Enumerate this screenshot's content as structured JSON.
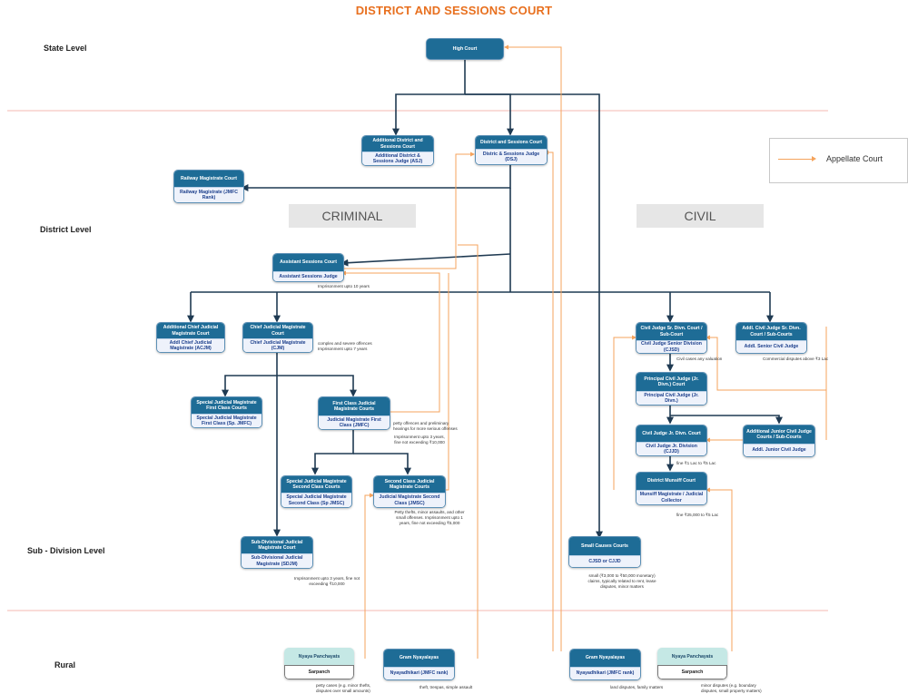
{
  "title": "DISTRICT AND SESSIONS COURT",
  "levels": {
    "state": "State Level",
    "district": "District Level",
    "subdivision": "Sub - Division Level",
    "rural": "Rural"
  },
  "sections": {
    "criminal": "CRIMINAL",
    "civil": "CIVIL"
  },
  "legend": {
    "label": "Appellate Court"
  },
  "courts": {
    "high_court": {
      "head": "High Court"
    },
    "addl_district": {
      "head": "Additional District and Sessions Court",
      "body": "Additional District & Sessions Judge (ASJ)"
    },
    "district_sessions": {
      "head": "District and Sessions Court",
      "body": "Distric & Sessions Judge (DSJ)"
    },
    "railway": {
      "head": "Railway Magistrate Court",
      "body": "Railway Magistrate (JMFC Rank)"
    },
    "assistant_sessions": {
      "head": "Assistant Sessions Court",
      "body": "Assistant Sessions Judge"
    },
    "addl_cjm": {
      "head": "Additional Chief Judicial Magistrate Court",
      "body": "Addl Chief Judicial Magistrate (ACJM)"
    },
    "cjm": {
      "head": "Chief Judicial Magistrate Court",
      "body": "Chief Judicial Magistrate (CJM)"
    },
    "special_jmfc": {
      "head": "Special Judicial Magistrate First Class Courts",
      "body": "Special Judicial Magistrate First Class (Sp. JMFC)"
    },
    "first_class": {
      "head": "First Class Judicial Magistrate Courts",
      "body": "Judicial Magistrate First Class (JMFC)"
    },
    "special_second": {
      "head": "Special Judicial Magistrate Second Class Courts",
      "body": "Special Judicial Magistrate Second Class (Sp JMSC)"
    },
    "second_class": {
      "head": "Second Class Judicial Magistrate Courts",
      "body": "Judicial Magistrate Second Class (JMSC)"
    },
    "sdjm": {
      "head": "Sub-Divisional Judicial Magistrate Court",
      "body": "Sub-Divisional Judicial Magistrate (SDJM)"
    },
    "civil_sr": {
      "head": "Civil Judge Sr. Divn. Court / Sub-Court",
      "body": "Civil Judge Senior Division (CJSD)"
    },
    "addl_civil_sr": {
      "head": "Addl. Civil Judge Sr. Divn. Court / Sub-Courts",
      "body": "Addl. Senior Civil Judge"
    },
    "principal_civil": {
      "head": "Principal Civil Judge (Jr. Divn.) Court",
      "body": "Principal Civil Judge (Jr. Divn.)"
    },
    "civil_jr": {
      "head": "Civil Judge Jr. Divn. Court",
      "body": "Civil Judge Jr. Division (CJJD)"
    },
    "addl_jr_civil": {
      "head": "Additional Junior Civil Judge Courts / Sub-Courts",
      "body": "Addl. Junior Civil Judge"
    },
    "munsiff": {
      "head": "District Munsiff Court",
      "body": "Munsiff Magistrate / Judicial Collector"
    },
    "small_causes": {
      "head": "Small Causes Courts",
      "body": "CJSD or CJJD"
    }
  },
  "rural": {
    "panchayat_left": {
      "head": "Nyaya Panchayats",
      "body": "Sarpanch"
    },
    "gram_left": {
      "head": "Gram Nyayalayas",
      "body": "Nyayadhikari (JMFC rank)"
    },
    "gram_right": {
      "head": "Gram Nyayalayas",
      "body": "Nyayadhikari (JMFC rank)"
    },
    "panchayat_right": {
      "head": "Nyaya Panchayats",
      "body": "Sarpanch"
    }
  },
  "notes": {
    "assistant_sessions": "Imprisonment upto 10 years",
    "cjm": "complex and severe offences Imprisonment upto 7 years",
    "first_class_a": "petty offences and preliminary hearings for more serious offenses",
    "first_class_b": "Imprisonment upto 3 years, fine not exceeding ₹10,000",
    "second_class": "Petty thefts, minor assaults, and other small offenses. Imprisonment upto 1 years, fine not exceeding ₹5,000",
    "sdjm": "Imprisonment upto 3 years, fine not exceeding ₹10,000",
    "civil_sr": "Civil cases any valuation",
    "addl_civil_sr": "Commercial disputes above ₹3 Lac",
    "civil_jr": "fine ₹1 Lac to ₹5 Lac",
    "munsiff": "fine ₹25,000 to ₹5 Lac",
    "small_causes": "small (₹3,000 to ₹50,000 monetary) claims, typically related to rent, lease disputes, minor matters",
    "panchayat_left": "petty cases (e.g. minor thefts, disputes over small amounts)",
    "gram_left": "theft, trespas, simple assault",
    "gram_right": "land disputes, family matters",
    "panchayat_right": "minor disputes (e.g. boundary disputes, small property matters)"
  },
  "colors": {
    "title": "#e8701f",
    "card_header": "#1e6c96",
    "hierarchy_line": "#1f3a52",
    "appellate_line": "#f5a35c",
    "separator": "#f6b9b0",
    "rural_header": "#c5e8e5"
  }
}
